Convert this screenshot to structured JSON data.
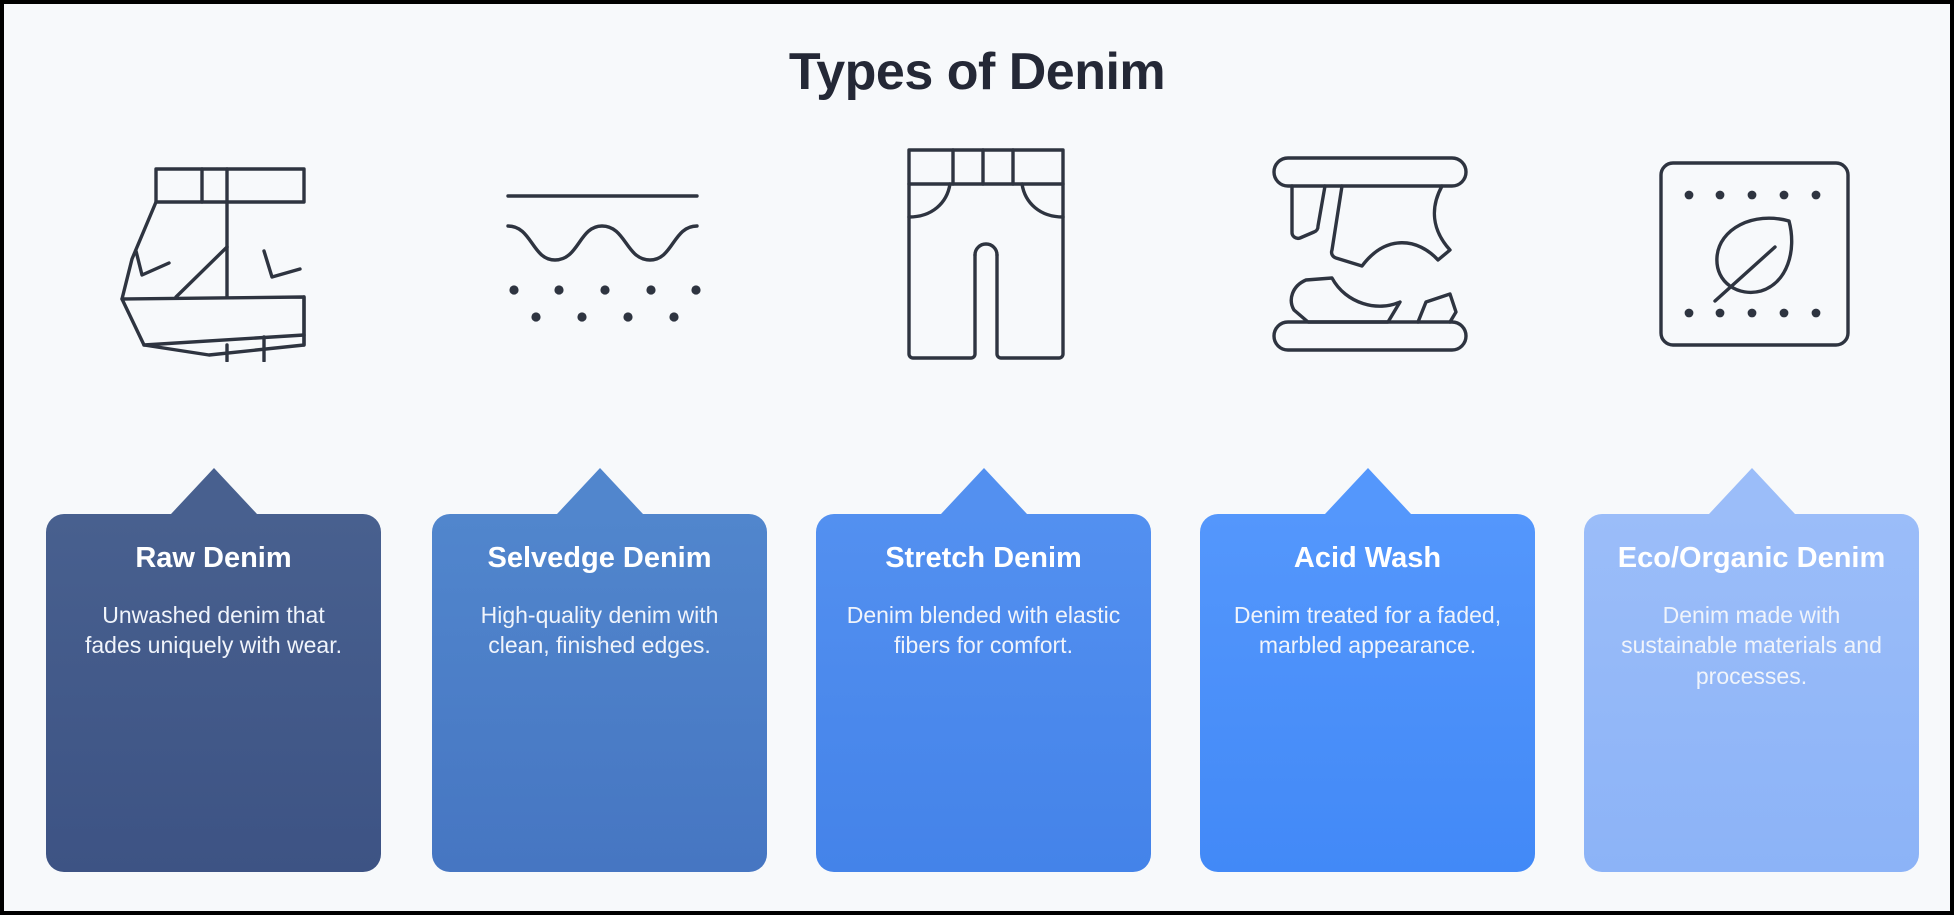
{
  "page": {
    "title": "Types of Denim",
    "background_color": "#f7f9fb",
    "title_color": "#242836",
    "border_color": "#000000",
    "icon_stroke_color": "#2e3440"
  },
  "cards": [
    {
      "icon_name": "folded-jeans-icon",
      "title": "Raw Denim",
      "description": "Unwashed denim that fades uniquely with wear.",
      "color": "#42598c",
      "color_top": "#48608f",
      "color_bottom": "#3d5384"
    },
    {
      "icon_name": "selvedge-edge-stitching-icon",
      "title": "Selvedge Denim",
      "description": "High-quality denim with clean, finished edges.",
      "color": "#4a7ec8",
      "color_top": "#5186cd",
      "color_bottom": "#4676c2"
    },
    {
      "icon_name": "stretch-pants-icon",
      "title": "Stretch Denim",
      "description": "Denim blended with elastic fibers for comfort.",
      "color": "#4a8bee",
      "color_top": "#5390f0",
      "color_bottom": "#4483e9"
    },
    {
      "icon_name": "acid-wash-marble-icon",
      "title": "Acid Wash",
      "description": "Denim treated for a faded, marbled appearance.",
      "color": "#4a90fb",
      "color_top": "#5497fc",
      "color_bottom": "#4289f7"
    },
    {
      "icon_name": "eco-leaf-swatch-icon",
      "title": "Eco/Organic Denim",
      "description": "Denim made with sustainable materials and processes.",
      "color": "#93b8f8",
      "color_top": "#9bbdf9",
      "color_bottom": "#8cb3f7"
    }
  ]
}
